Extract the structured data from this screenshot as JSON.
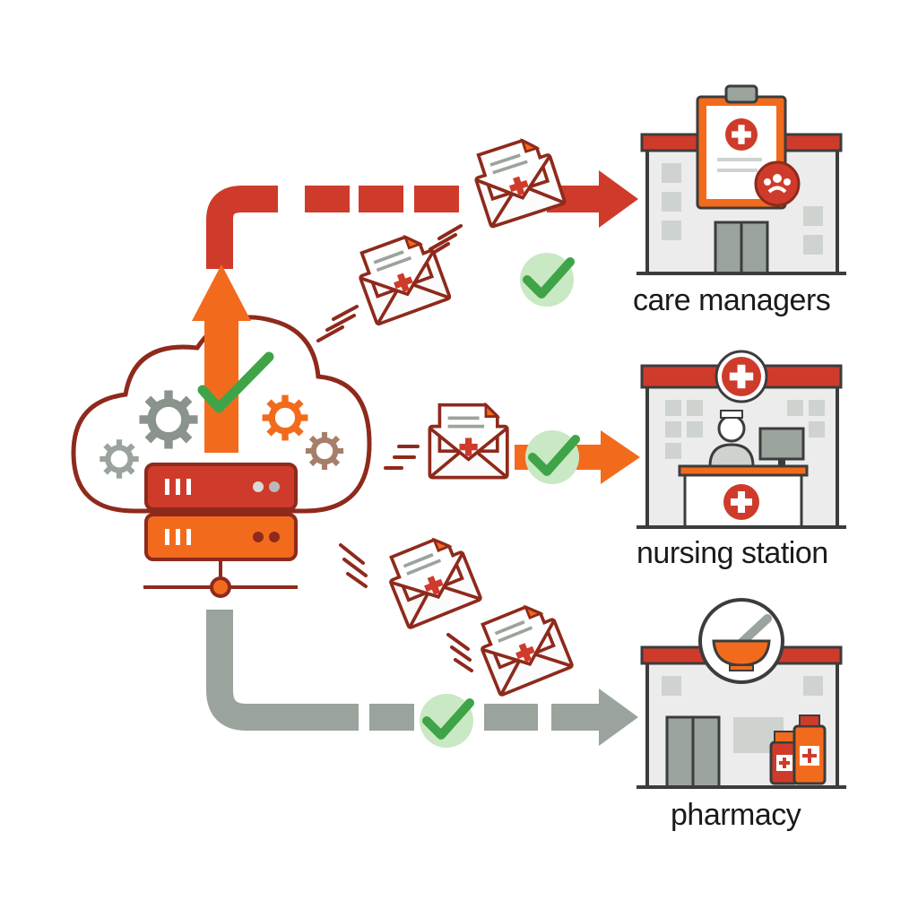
{
  "colors": {
    "dark_red": "#8e2a1c",
    "red": "#cf3b2b",
    "orange": "#f26b1d",
    "gray": "#9aa39c",
    "green": "#3fa447",
    "light_green": "#c9e8c4",
    "building_gray": "#ececec",
    "window_gray": "#cfd3d0",
    "outline": "#3c3c3c"
  },
  "destinations": {
    "care_managers": {
      "label": "care managers",
      "icon": "clipboard-team-icon"
    },
    "nursing_station": {
      "label": "nursing station",
      "icon": "nurse-desk-icon"
    },
    "pharmacy": {
      "label": "pharmacy",
      "icon": "mortar-pestle-icon"
    }
  },
  "source": {
    "icon": "cloud-server-icon"
  },
  "messages": {
    "icon": "medical-envelope-icon",
    "status_icon": "check-icon"
  }
}
